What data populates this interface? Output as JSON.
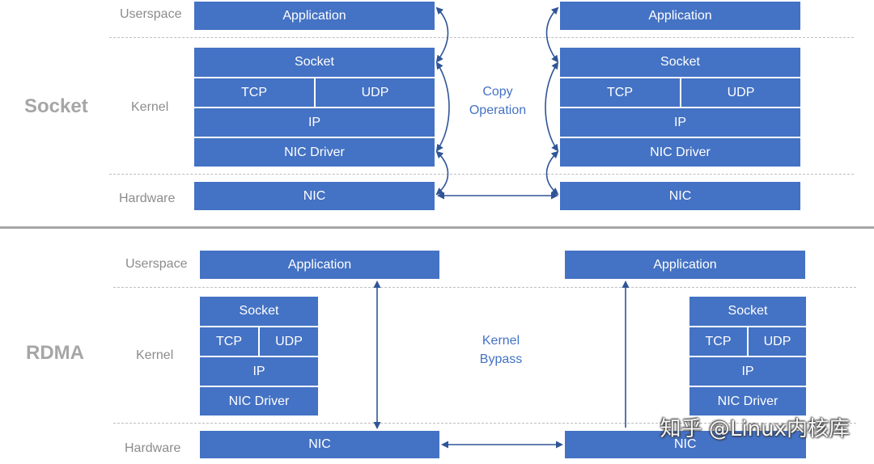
{
  "socket": {
    "title": "Socket",
    "layers": {
      "userspace": "Userspace",
      "kernel": "Kernel",
      "hardware": "Hardware"
    },
    "stack": {
      "application": "Application",
      "socket": "Socket",
      "tcp": "TCP",
      "udp": "UDP",
      "ip": "IP",
      "nic_driver": "NIC Driver",
      "nic": "NIC"
    },
    "middle_line1": "Copy",
    "middle_line2": "Operation"
  },
  "rdma": {
    "title": "RDMA",
    "layers": {
      "userspace": "Userspace",
      "kernel": "Kernel",
      "hardware": "Hardware"
    },
    "stack": {
      "application": "Application",
      "socket": "Socket",
      "tcp": "TCP",
      "udp": "UDP",
      "ip": "IP",
      "nic_driver": "NIC Driver",
      "nic": "NIC"
    },
    "middle_line1": "Kernel",
    "middle_line2": "Bypass"
  },
  "watermark": "知乎 @Linux内核库",
  "colors": {
    "box": "#4472c4",
    "arrow": "#2f5597",
    "label": "#8c8c8c",
    "title": "#a6a6a6"
  }
}
